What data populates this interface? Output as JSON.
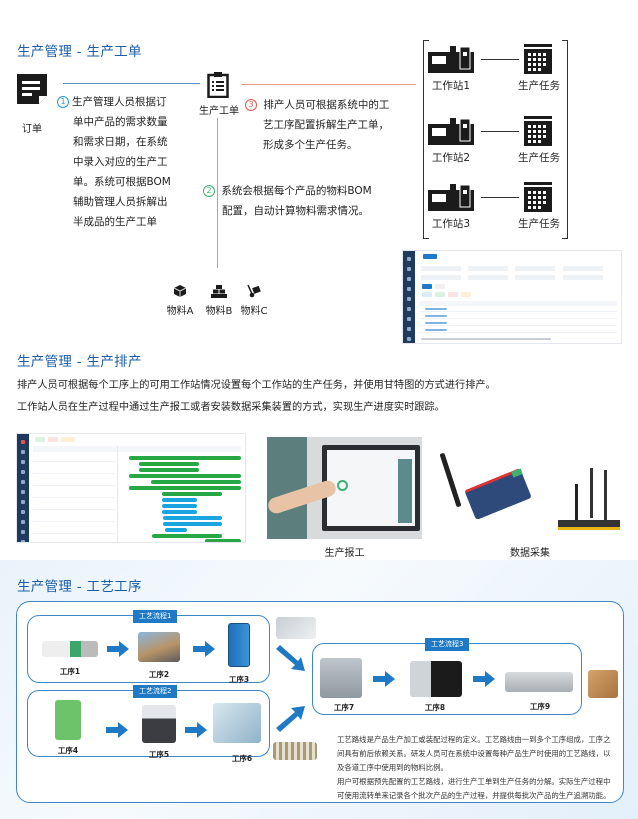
{
  "section1": {
    "title": "生产管理 - 生产工单",
    "order_label": "订单",
    "work_order_label": "生产工单",
    "step1_num": "1",
    "step1_lines": [
      "生产管理人员根据订",
      "单中产品的需求数量",
      "和需求日期，在系统",
      "中录入对应的生产工",
      "单。系统可根据BOM",
      "辅助管理人员拆解出",
      "半成品的生产工单"
    ],
    "step2_num": "2",
    "step2_lines": [
      "系统会根据每个产品的物料BOM",
      "配置，自动计算物料需求情况。"
    ],
    "step3_num": "3",
    "step3_lines": [
      "排产人员可根据系统中的工",
      "艺工序配置拆解生产工单，",
      "形成多个生产任务。"
    ],
    "materials": [
      {
        "label": "物料A",
        "icon": "box-icon"
      },
      {
        "label": "物料B",
        "icon": "stack-icon"
      },
      {
        "label": "物料C",
        "icon": "hand-truck-icon"
      }
    ],
    "stations": [
      {
        "label": "工作站1",
        "task": "生产任务"
      },
      {
        "label": "工作站2",
        "task": "生产任务"
      },
      {
        "label": "工作站3",
        "task": "生产任务"
      }
    ]
  },
  "section2": {
    "title": "生产管理 - 生产排产",
    "para1": "排产人员可根据每个工序上的可用工作站情况设置每个工作站的生产任务，并使用甘特图的方式进行排产。",
    "para2": "工作站人员在生产过程中通过生产报工或者安装数据采集装置的方式，实现生产进度实时跟踪。",
    "caption_report": "生产报工",
    "caption_collect": "数据采集"
  },
  "section3": {
    "title": "生产管理 - 工艺工序",
    "flow1": "工艺流程1",
    "flow2": "工艺流程2",
    "flow3": "工艺流程3",
    "steps": [
      "工序1",
      "工序2",
      "工序3",
      "工序4",
      "工序5",
      "工序6",
      "工序7",
      "工序8",
      "工序9"
    ],
    "note_lines": [
      "工艺路线是产品生产加工或装配过程的定义。工艺路线由一到多个工序组成，工序之",
      "间具有前后依赖关系。研发人员可在系统中设置每种产品生产时使用的工艺路线，以",
      "及各道工序中使用到的物料比例。",
      "用户可根据预先配置的工艺路线，进行生产工单到生产任务的分解。实际生产过程中",
      "可使用流转单来记录各个批次产品的生产过程，并提供每批次产品的生产追溯功能。"
    ]
  },
  "colors": {
    "title": "#1a5ea8",
    "accent": "#1f79c4",
    "step1": "#2a9ad8",
    "step2": "#3cb371",
    "step3": "#e8554e"
  }
}
